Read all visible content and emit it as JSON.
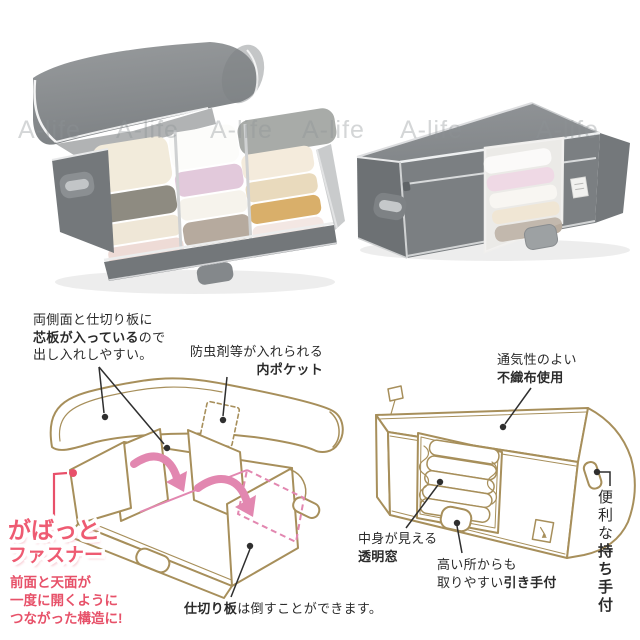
{
  "watermark": {
    "text": "A-life"
  },
  "colors": {
    "accent_red": "#e8506a",
    "accent_pink": "#e287b0",
    "lineart_tan": "#a78f5b",
    "box_gray": "#75797c",
    "lid_gray": "#8b8f92",
    "text_black": "#2b2b2b"
  },
  "labels": {
    "core_board": {
      "l1": "両側面と仕切り板に",
      "l2b": "芯板が入っている",
      "l2": "ので",
      "l3": "出し入れしやすい。"
    },
    "inner_pocket": {
      "l1": "防虫剤等が入れられる",
      "l2b": "内ポケット"
    },
    "breathable": {
      "l1": "通気性のよい",
      "l2b": "不織布使用"
    },
    "gabatto": {
      "t1": "がばっと",
      "t2": "ファスナー",
      "d1": "前面と天面が",
      "d2": "一度に開くように",
      "d3": "つながった構造に!"
    },
    "divider_note": {
      "b": "仕切り板",
      "rest": "は倒すことができます。"
    },
    "window_note": {
      "l1": "中身が見える",
      "l2b": "透明窓"
    },
    "pull_note": {
      "l1": "高い所からも",
      "l2": "取りやすい",
      "l2b": "引き手付"
    },
    "carry_note": {
      "l1": "便利な",
      "l1b": "持ち手付"
    }
  }
}
